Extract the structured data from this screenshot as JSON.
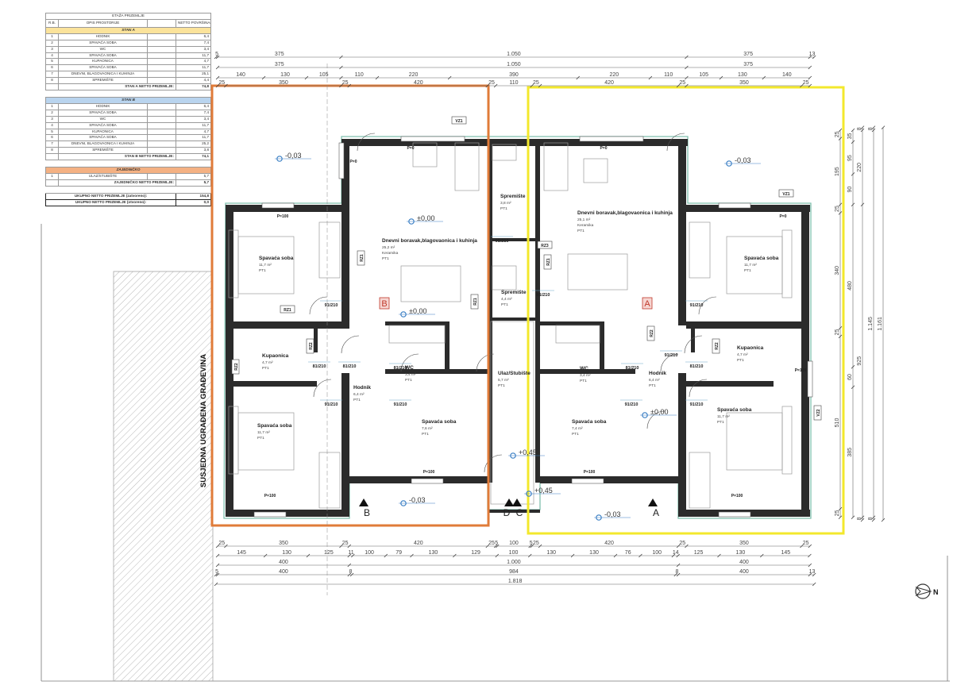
{
  "table": {
    "title": "ETAŽA PRIZEMLJE",
    "headers": {
      "rb": "R.B.",
      "opis": "OPIS PROSTORIJE",
      "netto": "NETTO POVRŠINA(m2)"
    },
    "sections": [
      {
        "name": "STAN A",
        "color": "#fbe39b",
        "rows": [
          {
            "rb": "1",
            "name": "HODNIK",
            "area": "6,4"
          },
          {
            "rb": "2",
            "name": "SPAVAĆA SOBA",
            "area": "7,4"
          },
          {
            "rb": "3",
            "name": "WC",
            "area": "3,4"
          },
          {
            "rb": "4",
            "name": "SPAVAĆA SOBA",
            "area": "11,7"
          },
          {
            "rb": "5",
            "name": "KUPAONICA",
            "area": "4,7"
          },
          {
            "rb": "6",
            "name": "SPAVAĆA SOBA",
            "area": "11,7"
          },
          {
            "rb": "7",
            "name": "DNEVNI, BLAGOVAONICA I KUHINJA",
            "area": "25,1"
          },
          {
            "rb": "8",
            "name": "SPREMIŠTE",
            "area": "4,4"
          }
        ],
        "total_label": "STAN A NETTO PRIZEMLJE:",
        "total": "74,8"
      },
      {
        "name": "STAN B",
        "color": "#b9d4ee",
        "rows": [
          {
            "rb": "1",
            "name": "HODNIK",
            "area": "6,4"
          },
          {
            "rb": "2",
            "name": "SPAVAĆA SOBA",
            "area": "7,4"
          },
          {
            "rb": "3",
            "name": "WC",
            "area": "3,4"
          },
          {
            "rb": "4",
            "name": "SPAVAĆA SOBA",
            "area": "11,7"
          },
          {
            "rb": "5",
            "name": "KUPAONICA",
            "area": "4,7"
          },
          {
            "rb": "6",
            "name": "SPAVAĆA SOBA",
            "area": "11,7"
          },
          {
            "rb": "7",
            "name": "DNEVNI, BLAGOVAONICA I KUHINJA",
            "area": "25,2"
          },
          {
            "rb": "8",
            "name": "SPREMIŠTE",
            "area": "3,8"
          }
        ],
        "total_label": "STAN B NETTO PRIZEMLJE:",
        "total": "74,1"
      },
      {
        "name": "ZAJEDNIČKO",
        "color": "#f4b183",
        "rows": [
          {
            "rb": "1",
            "name": "ULAZ/STUBIŠTE",
            "area": "5,7"
          }
        ],
        "total_label": "ZAJEDNIČKO NETTO PRIZEMLJE:",
        "total": "5,7"
      }
    ],
    "grand_totals": [
      {
        "label": "UKUPNO NETTO PRIZEMLJE (zatvoreno):",
        "value": "154,8"
      },
      {
        "label": "UKUPNO NETTO PRIZEMLJE (otvoreno):",
        "value": "0,0"
      }
    ]
  },
  "neighbor_label": "SUSJEDNA UGRAĐENA GRAĐEVINA",
  "colors": {
    "unit_b_outline": "#e07b39",
    "unit_a_outline": "#f3e82c",
    "wall": "#2b2b2b",
    "facade": "#7fbfae",
    "level_marker": "#3a7fc4",
    "unit_tag": "#c0392b"
  },
  "dims": {
    "top": [
      [
        "5",
        "375",
        "1.050",
        "375",
        "13"
      ],
      [
        "375",
        "1.050",
        "375"
      ],
      [
        "140",
        "130",
        "105",
        "110",
        "220",
        "390",
        "220",
        "110",
        "105",
        "130",
        "140"
      ],
      [
        "25",
        "350",
        "25",
        "420",
        "25",
        "110",
        "25",
        "420",
        "25",
        "350",
        "25"
      ]
    ],
    "bottom": [
      [
        "25",
        "350",
        "25",
        "420",
        "25",
        "5",
        "100",
        "5",
        "25",
        "420",
        "25",
        "350",
        "25"
      ],
      [
        "145",
        "130",
        "125",
        "11",
        "100",
        "79",
        "130",
        "129",
        "100",
        "130",
        "130",
        "76",
        "100",
        "14",
        "125",
        "130",
        "145"
      ],
      [
        "400",
        "1.000",
        "400"
      ],
      [
        "5",
        "400",
        "8",
        "984",
        "8",
        "400",
        "13"
      ],
      [
        "1.818"
      ]
    ],
    "right": [
      [
        "25",
        "195",
        "25",
        "340",
        "25",
        "510",
        "25"
      ],
      [
        "35",
        "95",
        "90",
        "480",
        "60",
        "385"
      ],
      [
        "8",
        "220",
        "925",
        "8"
      ],
      [
        "8",
        "1.145",
        "8"
      ],
      [
        "1.161"
      ]
    ]
  },
  "rooms": [
    {
      "name": "Spavaća soba",
      "area": "11,7 m²",
      "floor": "PT1"
    },
    {
      "name": "Kupaonica",
      "area": "4,7 m²",
      "floor": "PT1"
    },
    {
      "name": "Spavaća soba",
      "area": "11,7 m²",
      "floor": "PT1"
    },
    {
      "name": "Hodnik",
      "area": "6,4 m²",
      "floor": "PT1"
    },
    {
      "name": "Dnevni boravak,blagovaonica i kuhinja",
      "area": "25,2 m²",
      "finish": "Keramika",
      "floor": "PT1"
    },
    {
      "name": "WC",
      "area": "3,4 m²",
      "floor": "PT1"
    },
    {
      "name": "Spavaća soba",
      "area": "7,6 m²",
      "floor": "PT1"
    },
    {
      "name": "Spremište",
      "area": "3,8 m²",
      "floor": "PT1"
    },
    {
      "name": "Spremište",
      "area": "4,4 m²",
      "floor": "PT1"
    },
    {
      "name": "Ulaz/Stubište",
      "area": "5,7 m²",
      "floor": "PT1"
    },
    {
      "name": "Dnevni boravak,blagovaonica i kuhinja",
      "area": "25,1 m²",
      "finish": "Keramika",
      "floor": "PT1"
    },
    {
      "name": "WC",
      "area": "3,4 m²",
      "floor": "PT1"
    },
    {
      "name": "Spavaća soba",
      "area": "7,4 m²",
      "floor": "PT1"
    },
    {
      "name": "Hodnik",
      "area": "6,4 m²",
      "floor": "PT1"
    },
    {
      "name": "Spavaća soba",
      "area": "11,7 m²",
      "floor": "PT1"
    },
    {
      "name": "Kupaonica",
      "area": "4,7 m²",
      "floor": "PT1"
    },
    {
      "name": "Spavaća soba",
      "area": "11,7 m²",
      "floor": "PT1"
    }
  ],
  "unit_tags": [
    "B",
    "A"
  ],
  "levels": [
    "-0,03",
    "±0,00",
    "±0,00",
    "-0,03",
    "+0,45",
    "+0,45",
    "-0,03",
    "±0,00",
    "-0,03"
  ],
  "section_marks": [
    "B",
    "D",
    "C",
    "A"
  ],
  "element_tags": [
    "VZ1",
    "VZ1",
    "VZ2",
    "RZ1",
    "RZ1",
    "RZ2",
    "RZ2",
    "RZ3",
    "RZ1",
    "RZ2",
    "RZ2",
    "RZ1"
  ],
  "openings": [
    "P=100",
    "P=100",
    "P=100",
    "P=100",
    "P=100",
    "P=0",
    "P=0",
    "P=0",
    "P=0",
    "P=100"
  ],
  "door_sizes": [
    "91/210",
    "91/210",
    "81/210",
    "91/210",
    "81/210",
    "91/210",
    "81/210",
    "81/210",
    "91/210",
    "91/210",
    "81/210",
    "91/210",
    "81/210",
    "91/210"
  ],
  "north_label": "N"
}
